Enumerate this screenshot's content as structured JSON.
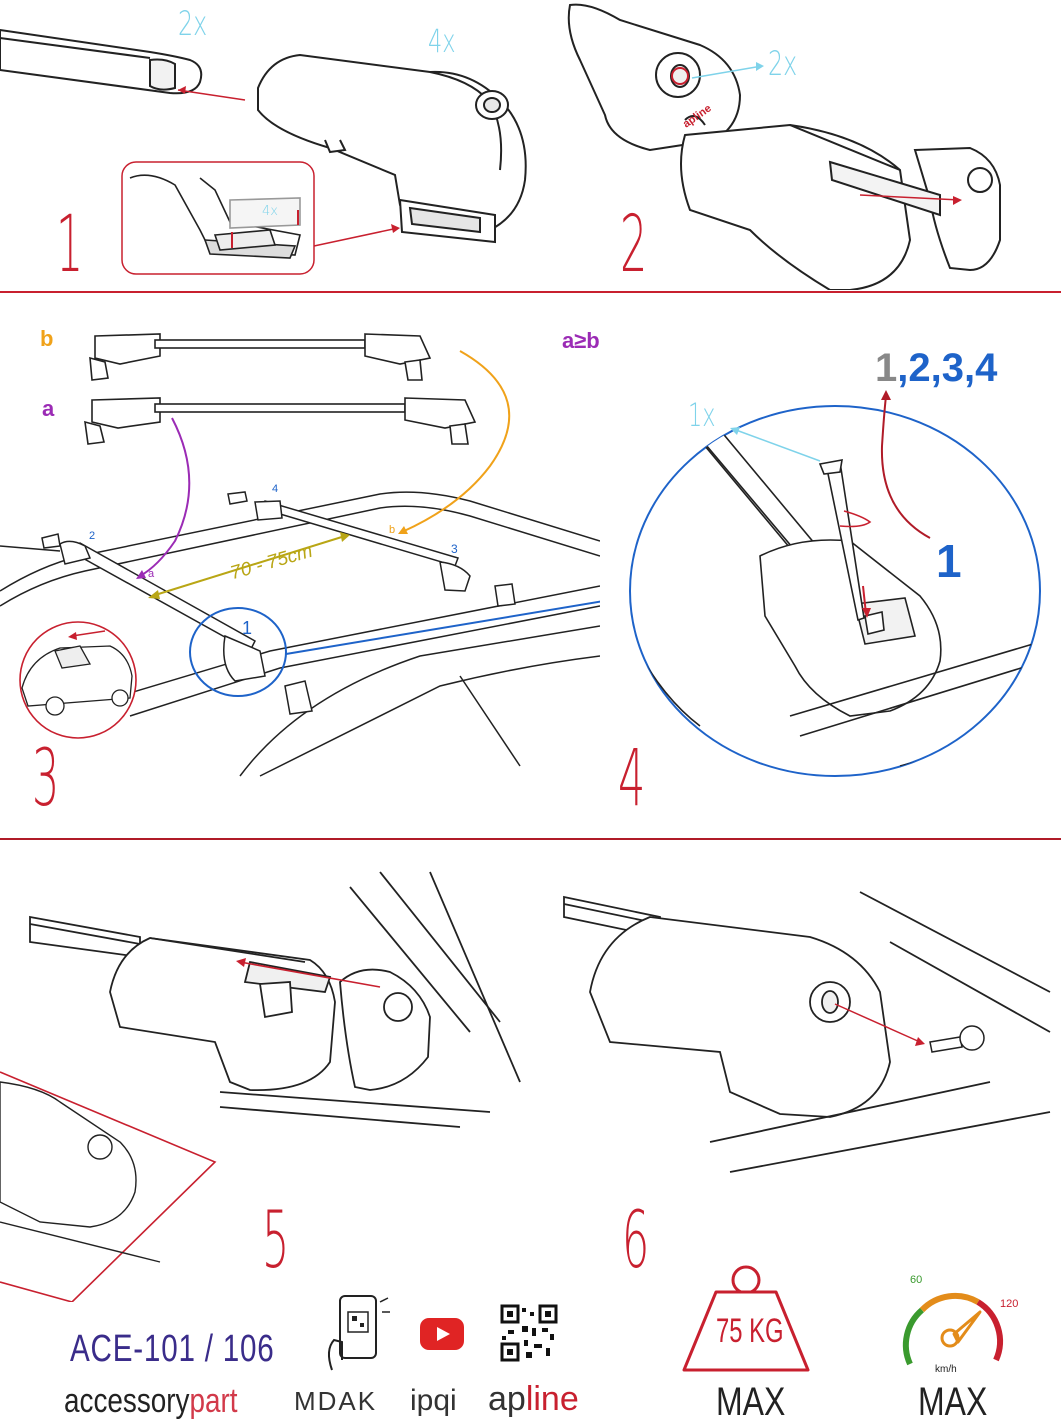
{
  "colors": {
    "red": "#c8202f",
    "cyan": "#7fd3ea",
    "blue": "#1e63c9",
    "purple": "#9b2bb5",
    "orange": "#f0a21a",
    "olive": "#b9a615",
    "gray": "#888888"
  },
  "panel1": {
    "step": "1",
    "rail_qty": "2x",
    "foot_qty": "4x",
    "pad_qty": "4x"
  },
  "panel2": {
    "step": "2",
    "cap_qty": "2x",
    "brand_mark": "apline"
  },
  "panel3": {
    "step": "3",
    "bar_b_label": "b",
    "bar_a_label": "a",
    "compare": "a≥b",
    "pos_1": "1",
    "pos_2": "2",
    "pos_3": "3",
    "pos_4": "4",
    "a_mark": "a",
    "b_mark": "b",
    "distance": "70 - 75cm"
  },
  "panel4": {
    "step": "4",
    "key_qty": "1x",
    "order_prefix": "1",
    "order_rest": ",2,3,4",
    "start": "1"
  },
  "panel5": {
    "step": "5"
  },
  "panel6": {
    "step": "6"
  },
  "footer": {
    "model": "ACE-101 / 106",
    "brand_main": "accessory",
    "brand_accent": "part",
    "logo1": "MDAK",
    "logo2": "ipqi",
    "logo3_a": "ap",
    "logo3_b": "line",
    "weight": "75 KG",
    "weight_max": "MAX",
    "speed_60": "60",
    "speed_120": "120",
    "speed_unit": "km/h",
    "speed_max": "MAX"
  }
}
